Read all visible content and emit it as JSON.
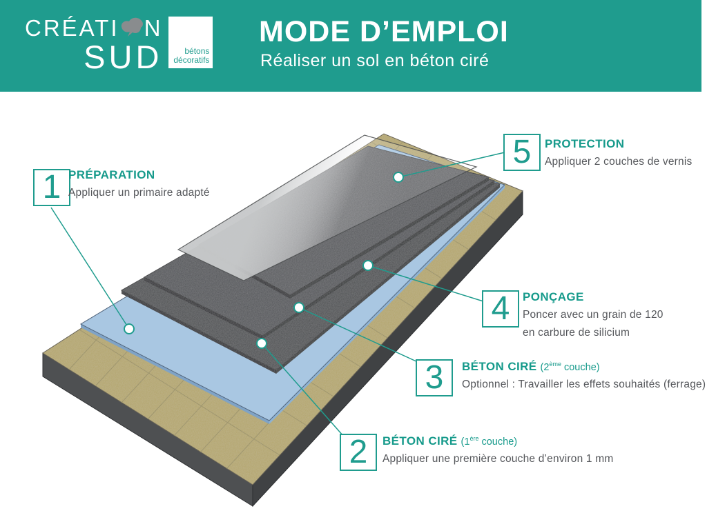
{
  "brand": {
    "name_line1_pre": "CRÉATI",
    "name_line1_post": "N",
    "name_line2": "SUD",
    "badge_word1": "bétons",
    "badge_word2": "décoratifs"
  },
  "header": {
    "title": "MODE D’EMPLOI",
    "subtitle": "Réaliser un sol en béton ciré"
  },
  "colors": {
    "teal_brand": "#1f9c8e",
    "text_gray": "#54565a",
    "slab_side": "#47494b",
    "tile_top": "#b3a56a",
    "primer_blue": "#a9c7e2",
    "concrete_top": "#55575a",
    "varnish_gray": "#d2d3d4",
    "connector": "#1f9c8e"
  },
  "callouts": [
    {
      "number": "1",
      "title": "PRÉPARATION",
      "note_pre": "",
      "note_sup": "",
      "note_post": "",
      "desc1": "Appliquer un primaire adapté",
      "desc2": ""
    },
    {
      "number": "2",
      "title": "BÉTON CIRÉ",
      "note_pre": "(1",
      "note_sup": "ère",
      "note_post": " couche)",
      "desc1": "Appliquer une première couche d’environ 1 mm",
      "desc2": ""
    },
    {
      "number": "3",
      "title": "BÉTON CIRÉ",
      "note_pre": "(2",
      "note_sup": "ème",
      "note_post": " couche)",
      "desc1": "Optionnel : Travailler les effets souhaités (ferrage)",
      "desc2": ""
    },
    {
      "number": "4",
      "title": "PONÇAGE",
      "note_pre": "",
      "note_sup": "",
      "note_post": "",
      "desc1": "Poncer avec un grain de 120",
      "desc2": "en carbure de silicium"
    },
    {
      "number": "5",
      "title": "PROTECTION",
      "note_pre": "",
      "note_sup": "",
      "note_post": "",
      "desc1": "Appliquer 2 couches de vernis",
      "desc2": ""
    }
  ]
}
